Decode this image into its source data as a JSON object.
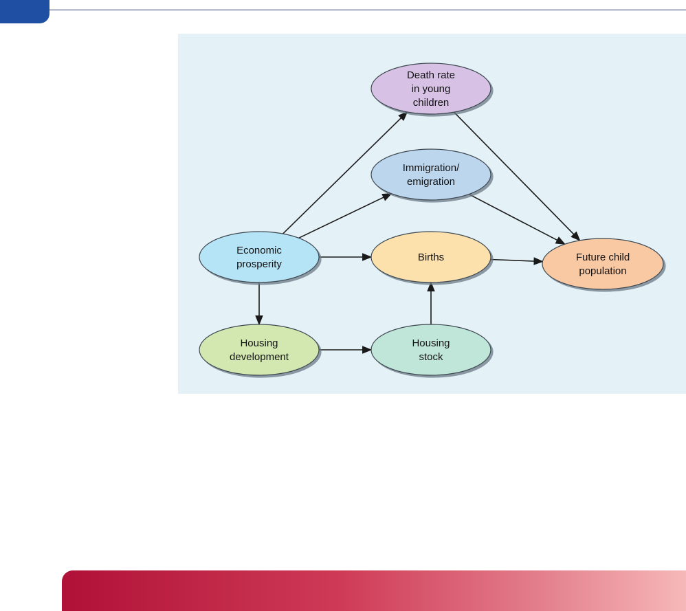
{
  "diagram": {
    "nodes": [
      {
        "id": "death_rate",
        "lines": [
          "Death rate",
          "in young",
          "children"
        ],
        "color": "#d7c2e5"
      },
      {
        "id": "immigration",
        "lines": [
          "Immigration/",
          "emigration"
        ],
        "color": "#bcd6ee"
      },
      {
        "id": "economic",
        "lines": [
          "Economic",
          "prosperity"
        ],
        "color": "#b6e4f7"
      },
      {
        "id": "births",
        "lines": [
          "Births"
        ],
        "color": "#fce1ad"
      },
      {
        "id": "future_child",
        "lines": [
          "Future child",
          "population"
        ],
        "color": "#f9c9a4"
      },
      {
        "id": "housing_dev",
        "lines": [
          "Housing",
          "development"
        ],
        "color": "#d2e8b0"
      },
      {
        "id": "housing_stock",
        "lines": [
          "Housing",
          "stock"
        ],
        "color": "#bfe6d8"
      }
    ],
    "edges": [
      {
        "from": "economic",
        "to": "death_rate"
      },
      {
        "from": "economic",
        "to": "immigration"
      },
      {
        "from": "economic",
        "to": "births"
      },
      {
        "from": "economic",
        "to": "housing_dev"
      },
      {
        "from": "housing_dev",
        "to": "housing_stock"
      },
      {
        "from": "housing_stock",
        "to": "births"
      },
      {
        "from": "births",
        "to": "future_child"
      },
      {
        "from": "immigration",
        "to": "future_child"
      },
      {
        "from": "death_rate",
        "to": "future_child"
      }
    ]
  },
  "colors": {
    "panel_background": "#e4f1f7",
    "corner_tab": "#1e4fa3",
    "footer_gradient_start": "#b01137",
    "footer_gradient_end": "#f6b8b8"
  }
}
